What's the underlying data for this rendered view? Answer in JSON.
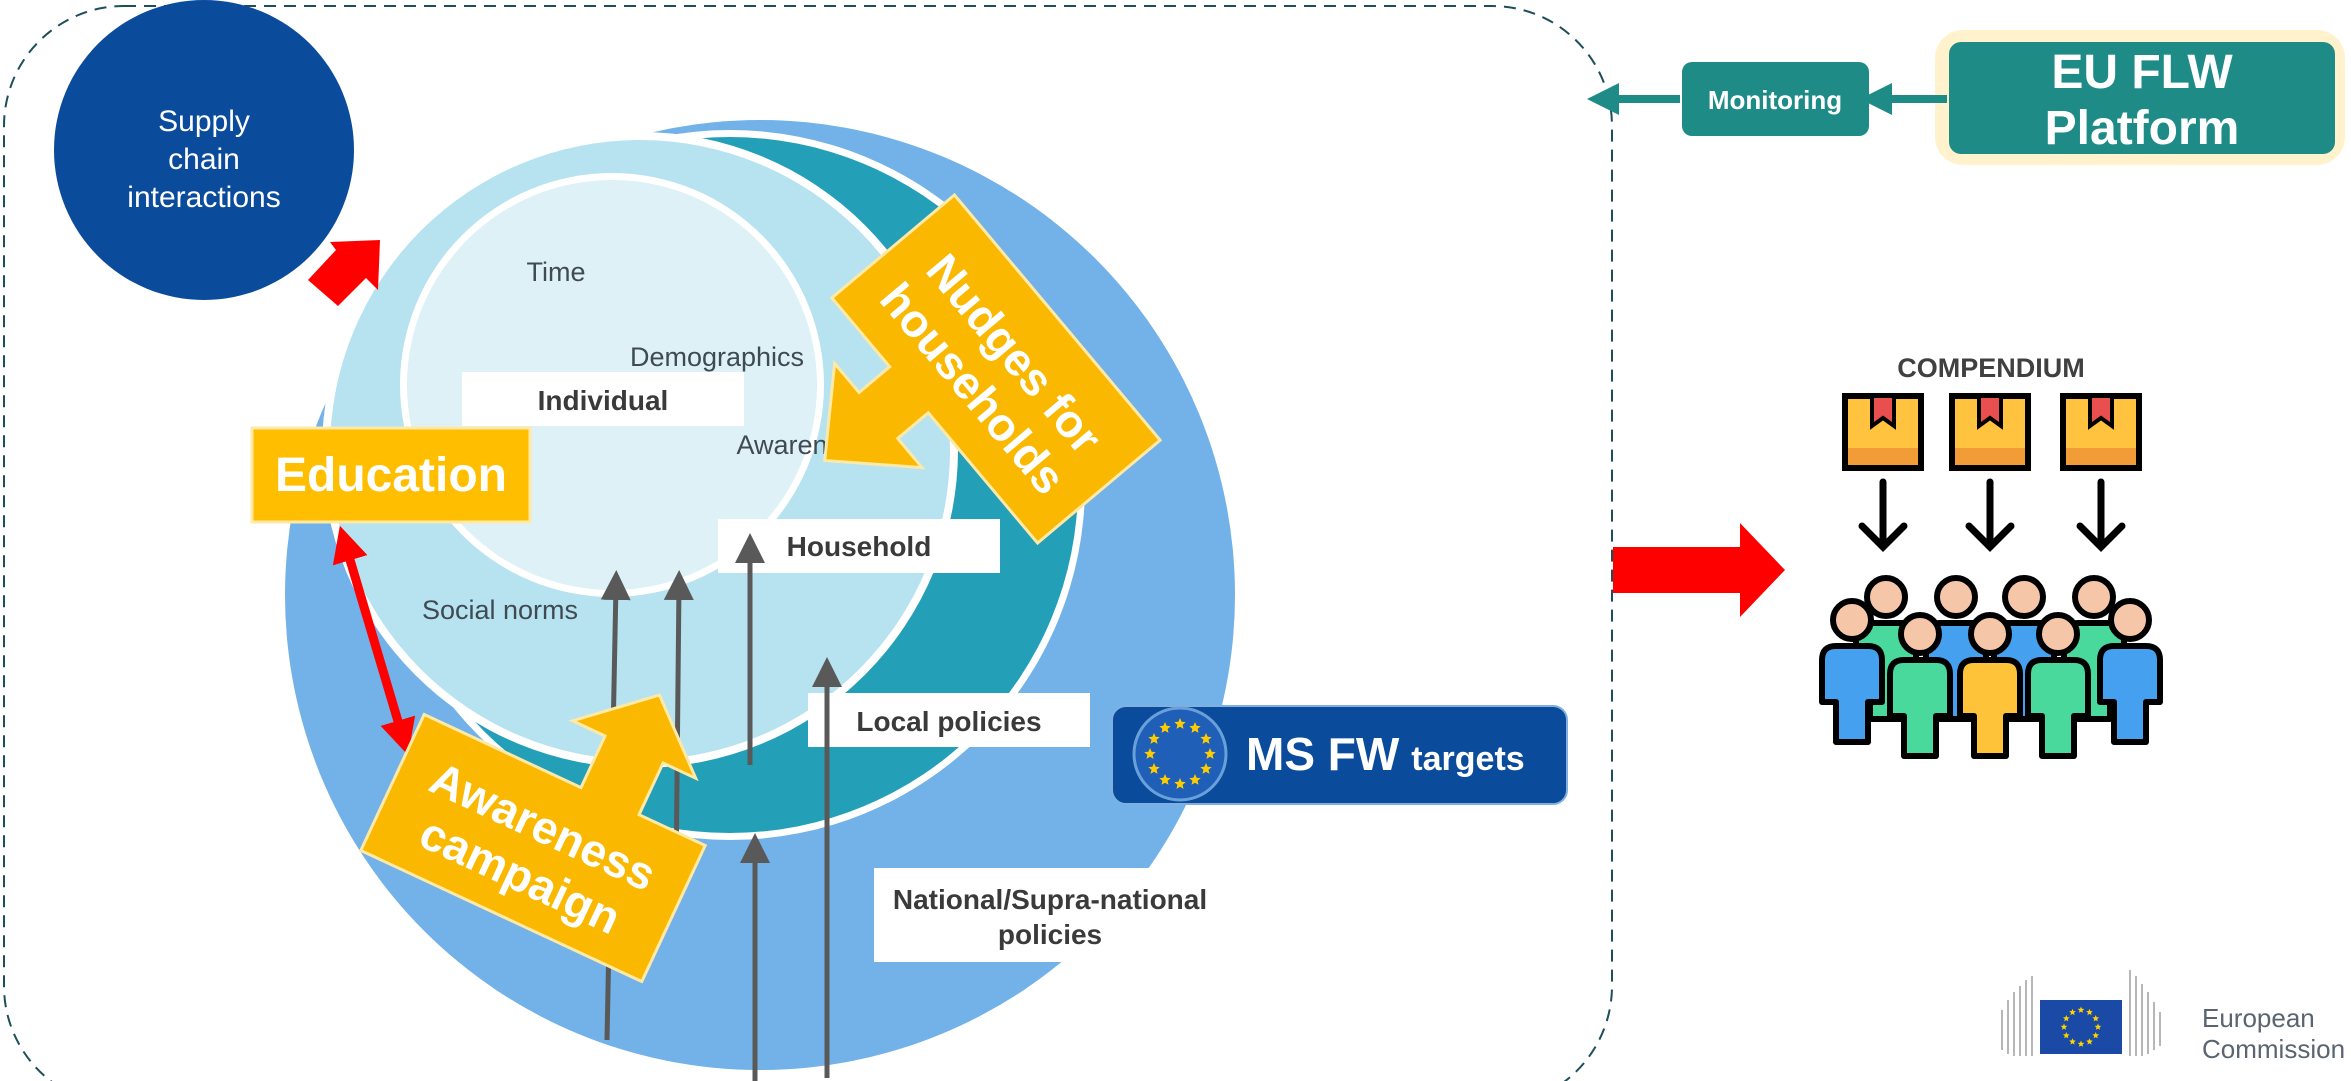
{
  "supply_chain": {
    "line1": "Supply",
    "line2": "chain",
    "line3": "interactions"
  },
  "levels": {
    "individual": "Individual",
    "household": "Household",
    "local": "Local policies",
    "national_line1": "National/Supra-national",
    "national_line2": "policies"
  },
  "factors": {
    "time": "Time",
    "demographics": "Demographics",
    "awareness": "Awareness",
    "social_norms": "Social norms"
  },
  "interventions": {
    "education": "Education",
    "nudges_line1": "Nudges for",
    "nudges_line2": "households",
    "campaign_line1": "Awareness",
    "campaign_line2": "campaign"
  },
  "ms_targets": {
    "main": "MS FW",
    "suffix": "targets"
  },
  "platform": {
    "line1": "EU FLW",
    "line2": "Platform"
  },
  "monitoring": "Monitoring",
  "compendium": "COMPENDIUM",
  "logo": {
    "line1": "European",
    "line2": "Commission"
  },
  "colors": {
    "dark_blue": "#0a4b9c",
    "outer_blue": "#72b2e8",
    "teal": "#23a0b8",
    "light_blue": "#b6e3ef",
    "pale_blue": "#ddf1f7",
    "yellow": "#fbb800",
    "teal_box": "#1f8b87",
    "red": "#ff0000"
  }
}
